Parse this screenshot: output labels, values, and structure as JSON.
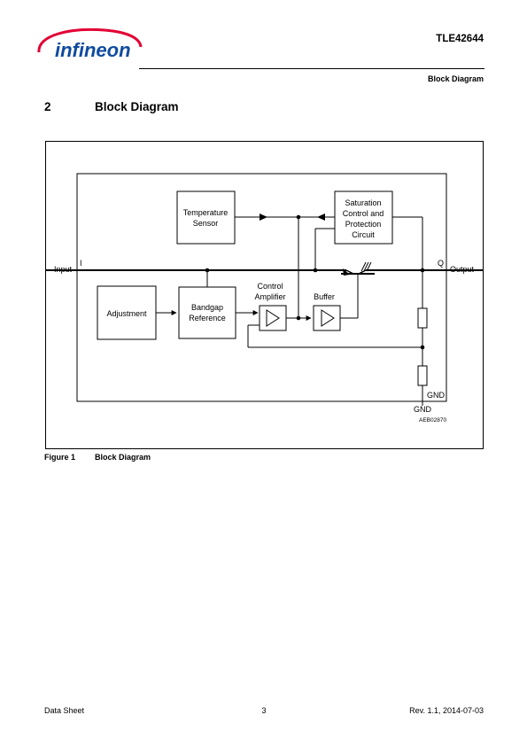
{
  "header": {
    "logo_text": "infineon",
    "document_id": "TLE42644",
    "section_name": "Block Diagram",
    "colors": {
      "logo_red": "#e30034",
      "logo_blue": "#0f4b9e"
    }
  },
  "section": {
    "number": "2",
    "title": "Block Diagram"
  },
  "diagram": {
    "blocks": {
      "temperature_sensor": [
        "Temperature",
        "Sensor"
      ],
      "saturation_control": [
        "Saturation",
        "Control and",
        "Protection",
        "Circuit"
      ],
      "adjustment": "Adjustment",
      "bandgap_reference": [
        "Bandgap",
        "Reference"
      ],
      "control_amplifier": [
        "Control",
        "Amplifier"
      ],
      "buffer": "Buffer"
    },
    "pins": {
      "input_label": "Input",
      "input_pin": "I",
      "output_label": "Output",
      "output_pin": "Q",
      "gnd_pin_inside": "GND",
      "gnd_label": "GND"
    },
    "drawing_id": "AEB02870"
  },
  "figure": {
    "number": "Figure 1",
    "title": "Block Diagram"
  },
  "footer": {
    "left": "Data Sheet",
    "page": "3",
    "revision": "Rev. 1.1, 2014-07-03"
  }
}
